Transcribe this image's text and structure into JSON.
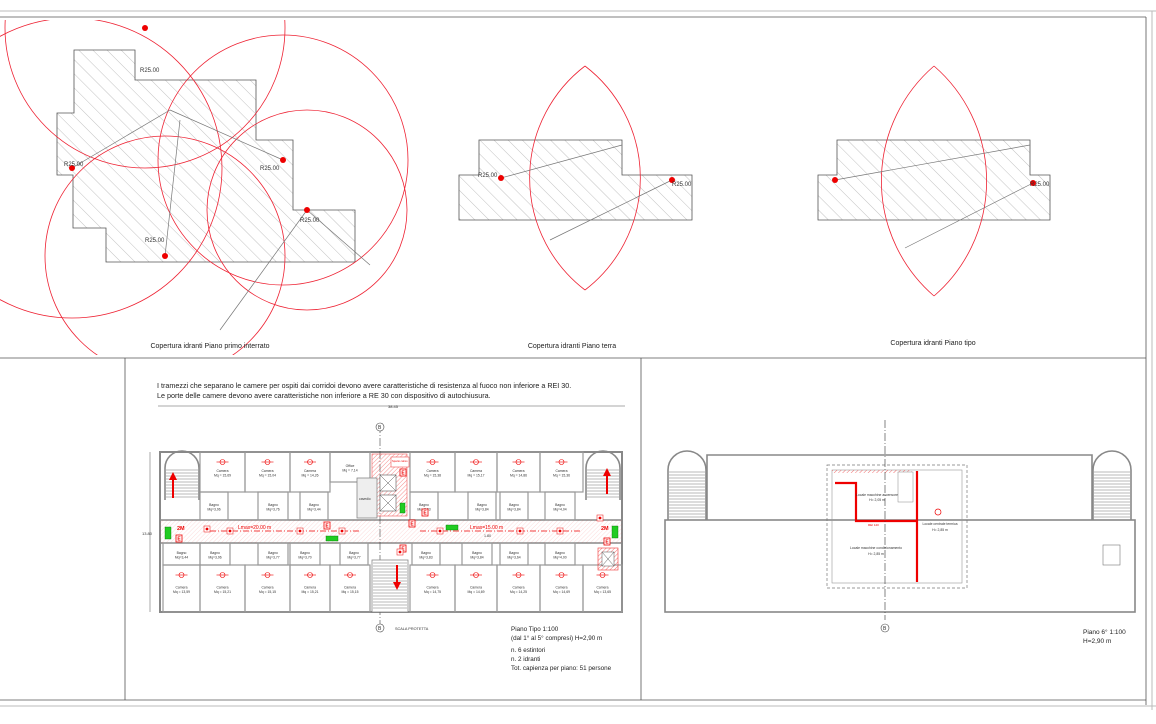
{
  "top_panel": {
    "captions": [
      "Copertura idranti Piano primo interrato",
      "Copertura idranti Piano terra",
      "Copertura idranti Piano tipo"
    ],
    "radius_label": "R25.00"
  },
  "notes": {
    "line1": "I tramezzi che separano le camere per ospiti dai corridoi devono avere caratteristiche di resistenza al fuoco non inferiore a REI 30.",
    "line2": "Le porte delle camere devono avere caratteristiche non inferiore a RE 30 con dispositivo di autochiusura."
  },
  "plan_tipo": {
    "dim_total": "38.45",
    "dim_height": "13.80",
    "dim_corridor": "1.80",
    "lmax_left": "Lmax=20.00 m",
    "lmax_right": "Lmax=15.00 m",
    "spazio_calmo": "Spazio calmo",
    "cavedio": "cavedio",
    "scala": "SCALA PROTETTA",
    "extinguisher": "2M",
    "exit": "E",
    "axis": "B",
    "rooms": [
      {
        "name": "Camera",
        "area": "Mq = 15,69"
      },
      {
        "name": "Camera",
        "area": "Mq = 15,04"
      },
      {
        "name": "Camera",
        "area": "Mq = 14,26"
      },
      {
        "name": "Office",
        "area": "Mq = 7,14"
      },
      {
        "name": "Camera",
        "area": "Mq = 15,38"
      },
      {
        "name": "Camera",
        "area": "Mq = 15,17"
      },
      {
        "name": "Camera",
        "area": "Mq = 14,86"
      },
      {
        "name": "Camera",
        "area": "Mq = 15,36"
      },
      {
        "name": "Bagno",
        "area": "Mq=3,96"
      },
      {
        "name": "Bagno",
        "area": "Mq=3,76"
      },
      {
        "name": "Bagno",
        "area": "Mq=3,44"
      },
      {
        "name": "Bagno",
        "area": "Mq=3,83"
      },
      {
        "name": "Bagno",
        "area": "Mq=3,84"
      },
      {
        "name": "Bagno",
        "area": "Mq=3,84"
      },
      {
        "name": "Bagno",
        "area": "Mq=4,04"
      },
      {
        "name": "Bagno",
        "area": "Mq=3,44"
      },
      {
        "name": "Bagno",
        "area": "Mq=3,96"
      },
      {
        "name": "Bagno",
        "area": "Mq=3,77"
      },
      {
        "name": "Bagno",
        "area": "Mq=3,70"
      },
      {
        "name": "Bagno",
        "area": "Mq=3,77"
      },
      {
        "name": "Bagno",
        "area": "Mq=3,83"
      },
      {
        "name": "Bagno",
        "area": "Mq=3,84"
      },
      {
        "name": "Bagno",
        "area": "Mq=3,64"
      },
      {
        "name": "Bagno",
        "area": "Mq=4,00"
      },
      {
        "name": "Camera",
        "area": "Mq = 13,59"
      },
      {
        "name": "Camera",
        "area": "Mq = 15,21"
      },
      {
        "name": "Camera",
        "area": "Mq = 15,15"
      },
      {
        "name": "Camera",
        "area": "Mq = 15,21"
      },
      {
        "name": "Camera",
        "area": "Mq = 15,15"
      },
      {
        "name": "Camera",
        "area": "Mq = 14,75"
      },
      {
        "name": "Camera",
        "area": "Mq = 14,69"
      },
      {
        "name": "Camera",
        "area": "Mq = 14,25"
      },
      {
        "name": "Camera",
        "area": "Mq = 14,69"
      },
      {
        "name": "Camera",
        "area": "Mq = 13,65"
      }
    ],
    "legend": {
      "title": "Piano Tipo 1:100",
      "subtitle": "(dal  1° al 5° compresi) H=2,90 m",
      "extinguishers": "n. 6 estintori",
      "hydrants": "n. 2 idranti",
      "capacity": "Tot. capienza per piano: 51 persone"
    }
  },
  "plan_6": {
    "rooms": [
      {
        "name": "Locale macchine ascensore",
        "height": "H= 2,05 m"
      },
      {
        "name": "Locale centrale termica",
        "height": "H= 2,85 m"
      },
      {
        "name": "Locale macchine condizionamento",
        "height": "H= 2,85 m"
      }
    ],
    "rei": "REI 120",
    "title": "Piano 6° 1:100",
    "height": "H=2,90 m",
    "axis": "B"
  },
  "colors": {
    "fire": "#e00000",
    "exit_green": "#22cc22",
    "hatch": "#999999"
  }
}
